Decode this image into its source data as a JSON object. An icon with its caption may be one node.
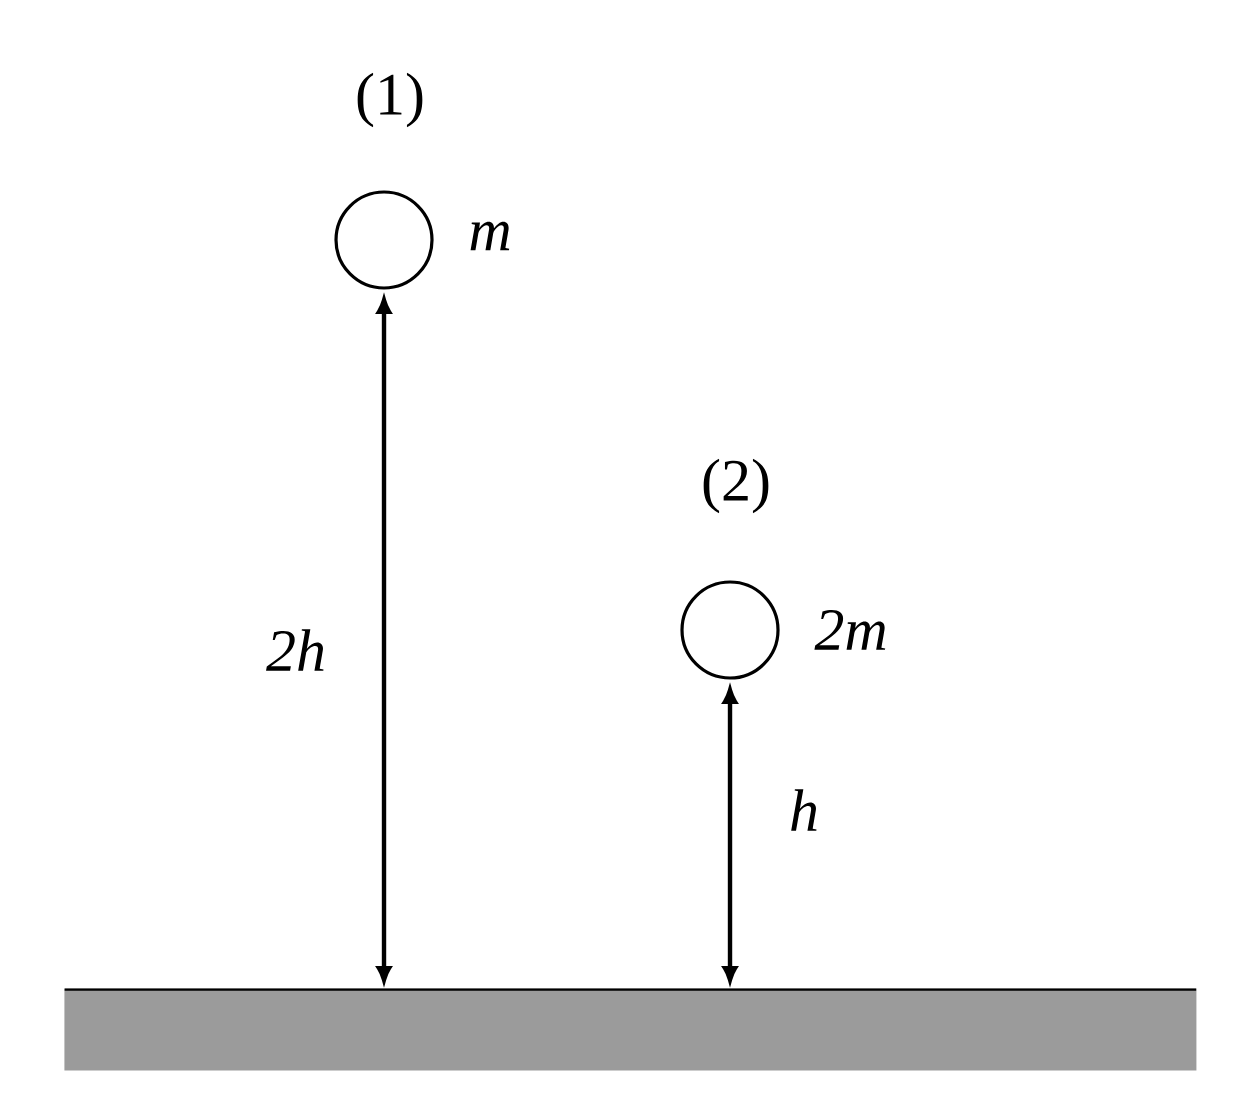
{
  "diagram": {
    "nodes": [
      {
        "text": [],
        "shape": "circle",
        "beside": [
          "(1)",
          "m"
        ]
      },
      {
        "text": [],
        "shape": "circle",
        "beside": [
          "(2)",
          "2m"
        ]
      },
      {
        "text": [],
        "shape": "bar"
      }
    ],
    "labels": [
      "2h",
      "h"
    ]
  }
}
